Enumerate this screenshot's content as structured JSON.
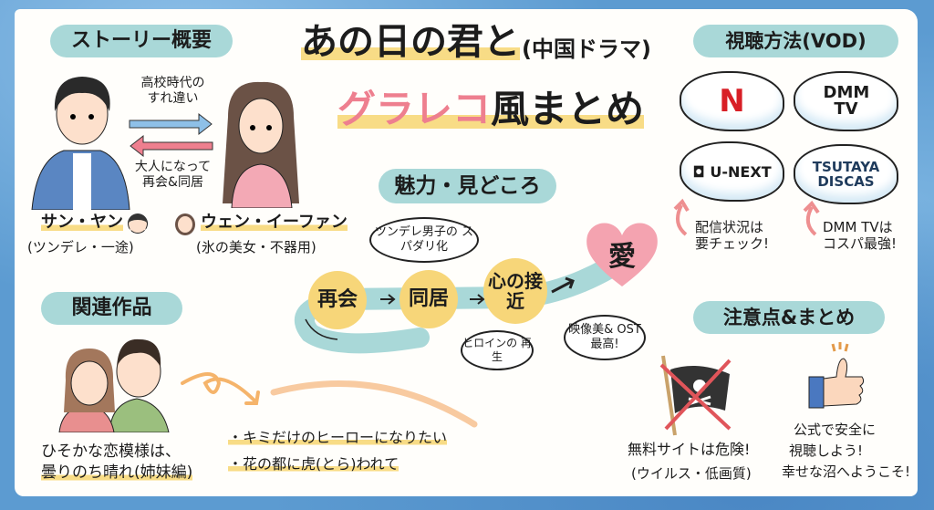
{
  "title": {
    "line1": "あの日の君と",
    "genre": "(中国ドラマ)",
    "line2_pink": "グラレコ",
    "line2_black": "風まとめ"
  },
  "story": {
    "heading": "ストーリー概要",
    "past": "高校時代の",
    "past2": "すれ違い",
    "now": "大人になって",
    "now2": "再会&同居",
    "male_name": "サン・ヤン",
    "male_desc": "(ツンデレ・一途)",
    "female_name": "ウェン・イーファン",
    "female_desc": "(氷の美女・不器用)"
  },
  "appeal": {
    "heading": "魅力・見どころ",
    "steps": [
      "再会",
      "同居",
      "心の接近",
      "愛"
    ],
    "bubble_top": "ツンデレ男子の スパダリ化",
    "bubble_heroine": "ヒロインの 再生",
    "bubble_ost": "映像美& OST最高!"
  },
  "related": {
    "heading": "関連作品",
    "sister": "ひそかな恋模様は、",
    "sister2": "曇りのち晴れ(姉妹編)",
    "items": [
      "・キミだけのヒーローになりたい",
      "・花の都に虎(とら)われて"
    ]
  },
  "vod": {
    "heading": "視聴方法(VOD)",
    "services": [
      "N",
      "DMM TV",
      "U-NEXT",
      "TSUTAYA DISCAS"
    ],
    "note1": "配信状況は",
    "note1b": "要チェック!",
    "note2": "DMM TVは",
    "note2b": "コスパ最強!"
  },
  "caution": {
    "heading": "注意点&まとめ",
    "warn": "無料サイトは危険!",
    "warn2": "(ウイルス・低画質)",
    "safe": "公式で安全に",
    "safe2": "視聴しよう!",
    "safe3": "幸せな沼へようこそ!"
  },
  "colors": {
    "teal": "#a9d8d8",
    "yellow": "#f7d679",
    "pink": "#ee7f8f",
    "blue_border": "#5c9bd1",
    "netflix": "#d81f26"
  }
}
